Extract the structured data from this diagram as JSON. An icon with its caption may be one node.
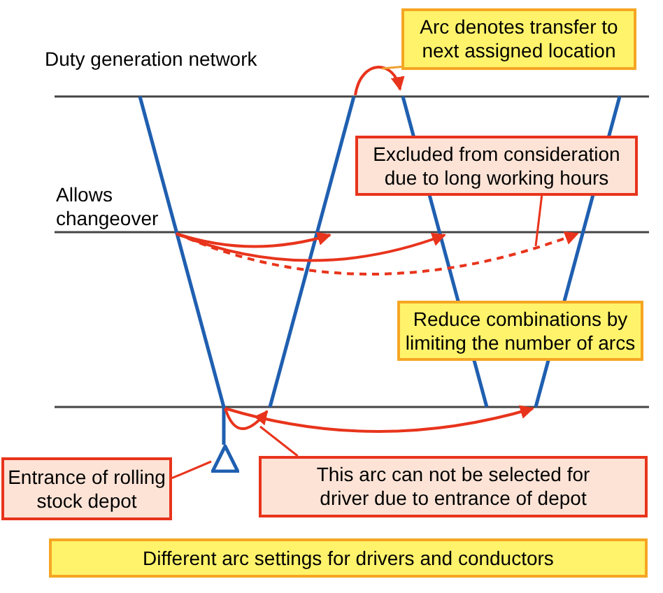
{
  "diagram": {
    "nodes": [
      {
        "text": [
          "Arc denotes transfer to next assigned location"
        ]
      },
      {
        "text": [
          "Excluded from consideration due to long working hours"
        ]
      },
      {
        "text": [
          "Reduce combinations by limiting the number of arcs"
        ]
      },
      {
        "text": [
          "Entrance of rolling stock depot"
        ]
      },
      {
        "text": [
          "This arc can not be selected for driver due to entrance of depot"
        ]
      },
      {
        "text": [
          "Different arc settings for drivers and conductors"
        ]
      },
      {
        "text": [],
        "shape": "triangle"
      }
    ],
    "edges": [
      {
        "from": 0,
        "to": null,
        "arrow": "none",
        "color": "#f0a030"
      },
      {
        "from": 1,
        "to": null,
        "arrow": "none"
      },
      {
        "from": 3,
        "to": 6,
        "arrow": "none"
      },
      {
        "from": 4,
        "to": null,
        "arrow": "none"
      }
    ],
    "labels": [
      "Duty generation network",
      "Allows changeover"
    ]
  }
}
